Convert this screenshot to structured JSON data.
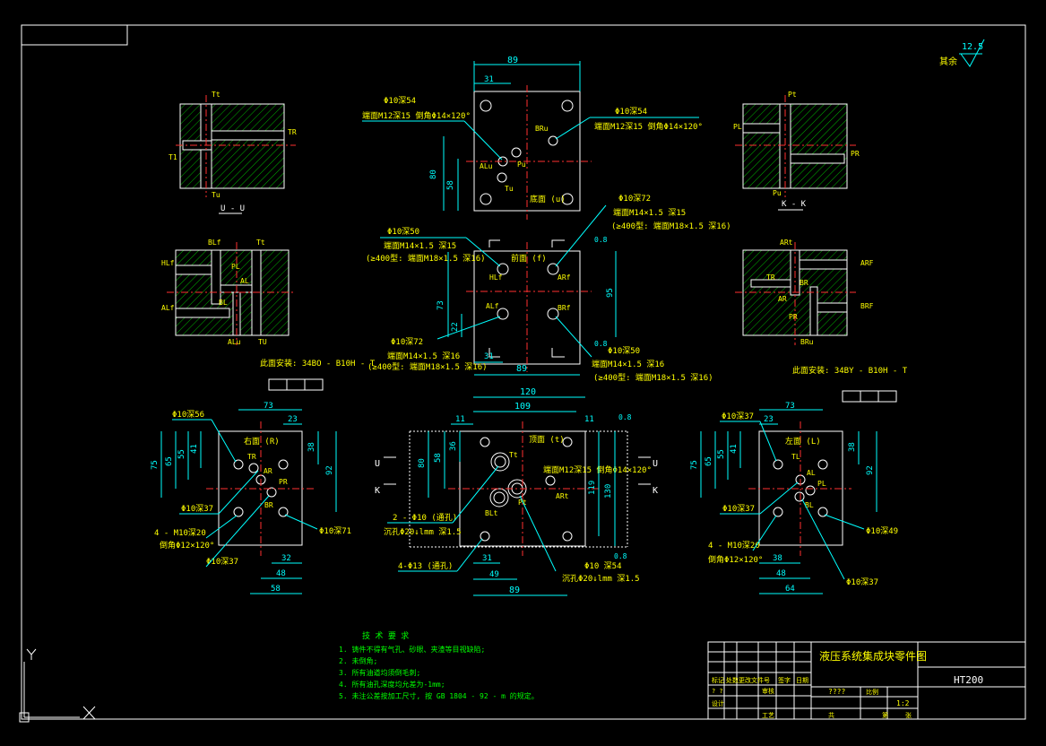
{
  "surface_finish": {
    "value": "12.5",
    "label": "其余"
  },
  "views": {
    "uu": {
      "title": "U - U",
      "ports": [
        "Tt",
        "T1",
        "TR",
        "Tu"
      ]
    },
    "kk": {
      "title": "K - K",
      "ports": [
        "Pt",
        "PL",
        "PR",
        "Pu"
      ]
    },
    "left_section": {
      "ports": [
        "BLf",
        "HLf",
        "ALf",
        "PL",
        "AL",
        "BL",
        "Tt",
        "ALu",
        "TU"
      ]
    },
    "right_section": {
      "ports": [
        "ARt",
        "TR",
        "BR",
        "AR",
        "PR",
        "ARF",
        "BRF",
        "BRu"
      ]
    },
    "bottom": {
      "top_dim": "89",
      "dims": [
        "31",
        "80",
        "58"
      ],
      "ports": [
        "BRu",
        "ALu",
        "Pu",
        "Tu"
      ],
      "face_label": "底面 (u)",
      "note_left_1": "Φ10深54",
      "note_left_2": "端面M12深15 倒角Φ14×120°",
      "note_right_1": "Φ10深54",
      "note_right_2": "端面M12深15 倒角Φ14×120°"
    },
    "front": {
      "face_label": "前面 (f)",
      "ports": [
        "HLf",
        "ARf",
        "ALf",
        "BRf"
      ],
      "dims": [
        "73",
        "22",
        "31",
        "89",
        "95"
      ],
      "roughness": [
        "0.8",
        "0.8"
      ],
      "note_tl_1": "Φ10深50",
      "note_tl_2": "端面M14×1.5 深15",
      "note_tl_3": "(≥400型: 端面M18×1.5 深16)",
      "note_tr_1": "Φ10深72",
      "note_tr_2": "端面M14×1.5 深15",
      "note_tr_3": "(≥400型: 端面M18×1.5 深16)",
      "note_bl_1": "Φ10深72",
      "note_bl_2": "端面M14×1.5 深16",
      "note_bl_3": "(≥400型: 端面M18×1.5 深16)",
      "note_br_1": "Φ10深50",
      "note_br_2": "端面M14×1.5 深16",
      "note_br_3": "(≥400型: 端面M18×1.5 深16)"
    },
    "right_face": {
      "face_label": "右面 (R)",
      "valve_label": "此面安装: 34BO - B10H - T",
      "ports": [
        "TR",
        "AR",
        "PR",
        "BR"
      ],
      "dims": [
        "73",
        "23",
        "75",
        "65",
        "55",
        "41",
        "38",
        "92",
        "32",
        "48",
        "58"
      ],
      "notes": [
        "Φ10深56",
        "Φ10深37",
        "4 - M10深20",
        "倒角Φ12×120°",
        "Φ10深37",
        "Φ10深71"
      ]
    },
    "top_face": {
      "face_label": "顶面 (t)",
      "ports": [
        "Tt",
        "Pt",
        "BLt",
        "ARt"
      ],
      "dims": [
        "120",
        "109",
        "11",
        "11",
        "36",
        "58",
        "80",
        "119",
        "130",
        "31",
        "49",
        "89"
      ],
      "roughness": [
        "0.8",
        "0.8"
      ],
      "note_center": "端面M12深15 倒角Φ14×120°",
      "notes": [
        "2 - Φ10 (通孔)",
        "沉孔Φ20↓lmm  深1.5",
        "4-Φ13 (通孔)",
        "Φ10 深54",
        "沉孔Φ20↓lmm  深1.5"
      ]
    },
    "left_face": {
      "face_label": "左面 (L)",
      "valve_label": "此面安装: 34BY - B10H - T",
      "ports": [
        "TL",
        "AL",
        "PL",
        "BL"
      ],
      "dims": [
        "73",
        "23",
        "75",
        "65",
        "55",
        "41",
        "38",
        "92",
        "38",
        "48",
        "64"
      ],
      "notes": [
        "Φ10深37",
        "Φ10深37",
        "4 - M10深20",
        "倒角Φ12×120°",
        "Φ10深49",
        "Φ10深37"
      ]
    }
  },
  "section_letters": [
    "U",
    "U",
    "K",
    "K"
  ],
  "tech_req": {
    "title": "技 术 要 求",
    "items": [
      "1. 铸件不得有气孔、砂眼、夹渣等目视缺陷;",
      "2. 未倒角;",
      "3. 所有油道均须倒毛刺;",
      "4. 所有油孔深度均允差为-1mm;",
      "5. 未注公差按加工尺寸, 按 GB 1804 - 92 - m 的规定。"
    ]
  },
  "title_block": {
    "title": "液压系统集成块零件图",
    "material": "HT200",
    "designer": "????",
    "row_labels": [
      "设计",
      "审核",
      "工艺",
      "比例",
      "共",
      "第",
      "张"
    ],
    "scale": "1:2",
    "extra": [
      "? ?",
      "?",
      "标记",
      "处数",
      "更改文件号",
      "签字",
      "日期"
    ]
  },
  "colors": {
    "line": "#ffffff",
    "dim": "#00ffff",
    "text": "#ffff00",
    "center": "#ff3030",
    "hatch": "#00ff00",
    "note": "#00ff00"
  }
}
